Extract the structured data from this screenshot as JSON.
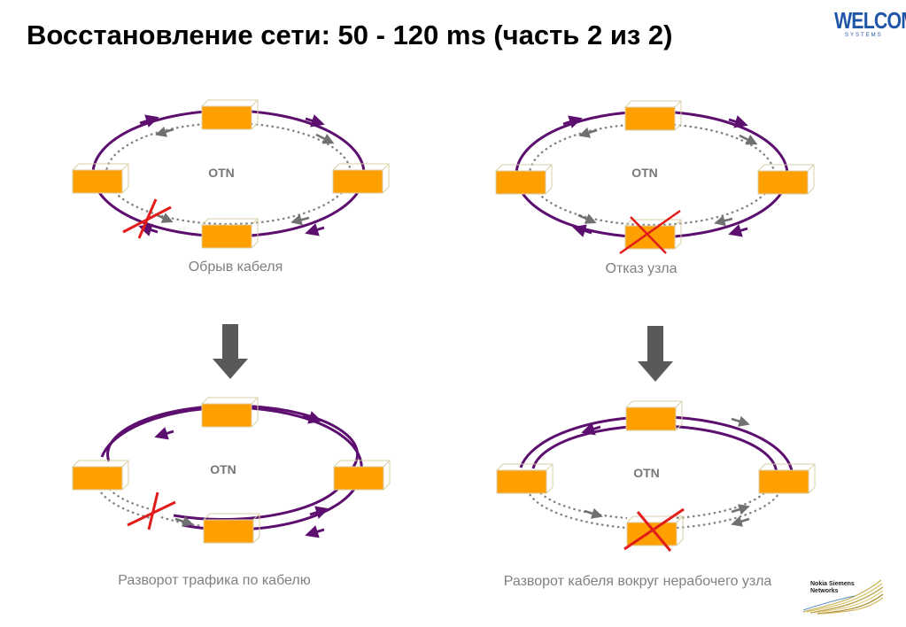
{
  "title": "Восстановление сети: 50 - 120 ms (часть 2 из 2)",
  "logo": {
    "word": "WELCOM",
    "sub": "SYSTEMS"
  },
  "ring_label": "OTN",
  "captions": {
    "cable_break": "Обрыв кабеля",
    "node_failure": "Отказ узла",
    "traffic_loopback": "Разворот трафика по кабелю",
    "cable_loopback": "Разворот кабеля вокруг нерабочего узла"
  },
  "vendor_logo": {
    "line1": "Nokia Siemens",
    "line2": "Networks"
  },
  "colors": {
    "node": "#ff9f00",
    "node_outline": "#d9cfa8",
    "ring": "#5c0f6e",
    "dotted": "#808080",
    "fault": "#e21b1b",
    "arrow": "#595959",
    "brand": "#1f56a8"
  }
}
